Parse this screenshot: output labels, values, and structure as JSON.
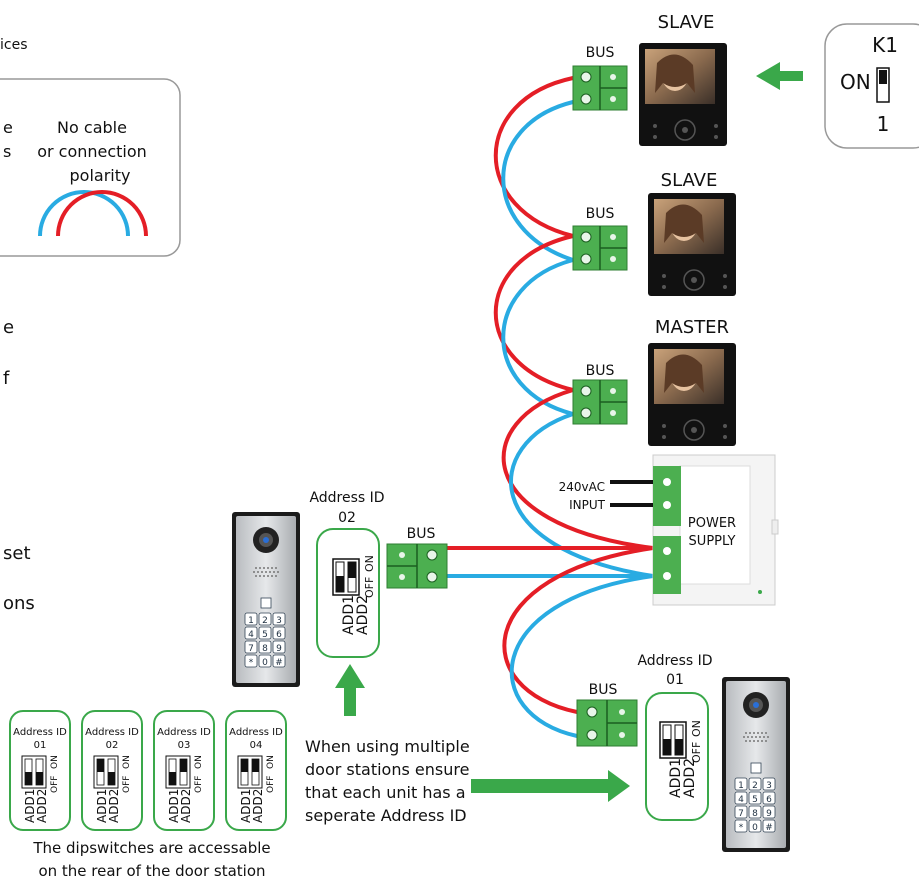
{
  "legend": {
    "header_partial": "ices",
    "left_partial_1": "e",
    "left_partial_2": "s",
    "no_cable_1": "No cable",
    "no_cable_2": "or connection",
    "no_cable_3": "polarity"
  },
  "left_text": {
    "p1": "e",
    "p2": "f",
    "p3": "set",
    "p4": "ons"
  },
  "monitors": [
    {
      "role": "SLAVE",
      "bus": "BUS"
    },
    {
      "role": "SLAVE",
      "bus": "BUS"
    },
    {
      "role": "MASTER",
      "bus": "BUS"
    }
  ],
  "k1": {
    "title": "K1",
    "on": "ON",
    "num": "1"
  },
  "power_supply": {
    "label_1": "POWER",
    "label_2": "SUPPLY",
    "input_1": "240vAC",
    "input_2": "INPUT"
  },
  "door_station_2": {
    "address_1": "Address ID",
    "address_2": "02",
    "bus": "BUS"
  },
  "door_station_1": {
    "address_1": "Address ID",
    "address_2": "01",
    "bus": "BUS"
  },
  "dip_labels": {
    "add1": "ADD1",
    "add2": "ADD2",
    "on": "ON",
    "off": "OFF"
  },
  "small_dips": [
    {
      "label": "Address ID",
      "id": "01"
    },
    {
      "label": "Address ID",
      "id": "02"
    },
    {
      "label": "Address ID",
      "id": "03"
    },
    {
      "label": "Address ID",
      "id": "04"
    }
  ],
  "note_multiple": {
    "line_1": "When using multiple",
    "line_2": "door stations ensure",
    "line_3": "that each unit has a",
    "line_4": "seperate Address ID"
  },
  "note_dips": {
    "line_1": "The dipswitches are accessable",
    "line_2": "on the rear of the door station"
  },
  "keypad_keys": [
    "1",
    "2",
    "3",
    "4",
    "5",
    "6",
    "7",
    "8",
    "9",
    "*",
    "0",
    "#"
  ],
  "colors": {
    "red": "#e41e26",
    "blue": "#29abe2",
    "green": "#3aa84a",
    "terminal": "#4caf50"
  }
}
